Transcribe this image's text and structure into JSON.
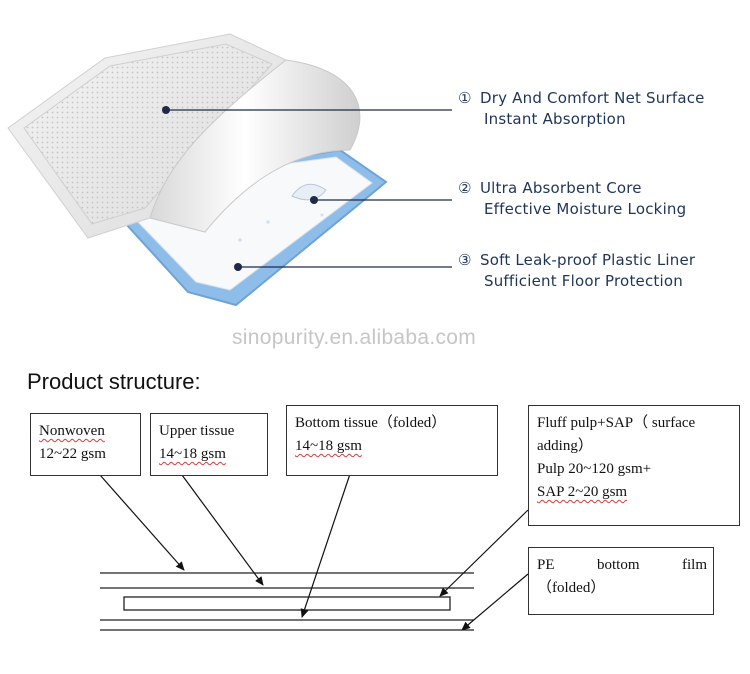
{
  "illustration": {
    "callouts": [
      {
        "number": "①",
        "line1": "Dry And Comfort Net Surface",
        "line2": "Instant Absorption"
      },
      {
        "number": "②",
        "line1": "Ultra Absorbent Core",
        "line2": "Effective Moisture Locking"
      },
      {
        "number": "③",
        "line1": "Soft Leak-proof Plastic Liner",
        "line2": "Sufficient Floor Protection"
      }
    ]
  },
  "watermark": "sinopurity.en.alibaba.com",
  "structure": {
    "heading": "Product structure:",
    "boxes": {
      "nonwoven": {
        "line1": "Nonwoven",
        "line2": "12~22 gsm"
      },
      "upper_tissue": {
        "line1": "Upper tissue",
        "line2": "14~18 gsm"
      },
      "bottom_tissue": {
        "line1": "Bottom tissue（folded）",
        "line2": "14~18 gsm"
      },
      "fluff_pulp": {
        "line1": "Fluff pulp+SAP（ surface",
        "line2": "adding）",
        "line3": "Pulp 20~120 gsm+",
        "line4": "SAP 2~20 gsm"
      },
      "pe_film": {
        "word1": "PE",
        "word2": "bottom",
        "word3": "film",
        "line2": "（folded）"
      }
    }
  },
  "colors": {
    "text_blue": "#1f3558",
    "liner_blue": "#7fb3e6",
    "marker": "#1d2a4a"
  }
}
